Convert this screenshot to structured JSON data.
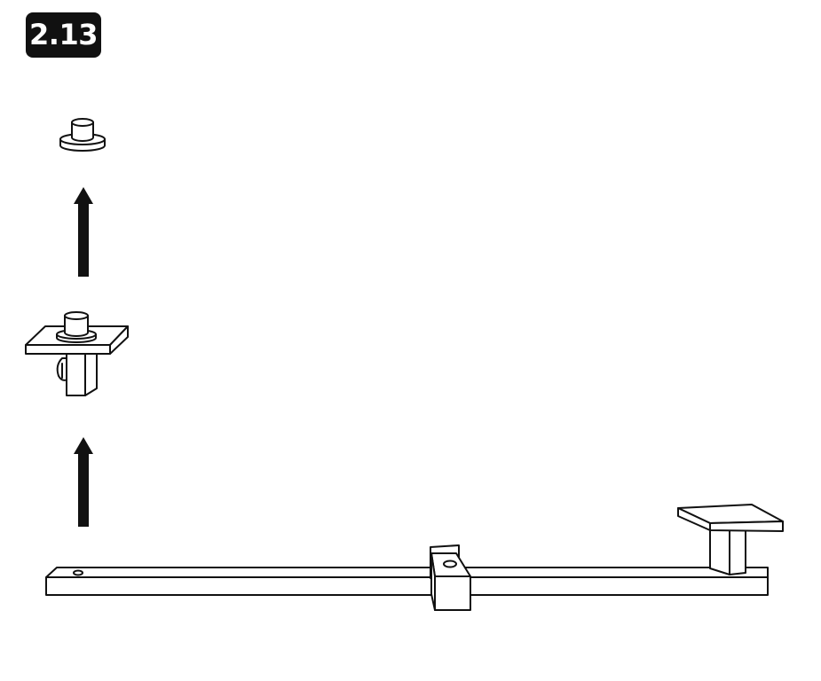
{
  "step": {
    "number": "2.13"
  },
  "colors": {
    "ink": "#111111",
    "paper": "#ffffff",
    "badge_background": "#111111",
    "badge_text": "#ffffff"
  },
  "parts": [
    {
      "name": "knob-cap"
    },
    {
      "name": "mounting-plate-assembly"
    },
    {
      "name": "long-rail"
    }
  ],
  "arrows": [
    {
      "name": "lift-arrow-upper",
      "direction": "up"
    },
    {
      "name": "lift-arrow-lower",
      "direction": "up"
    }
  ]
}
